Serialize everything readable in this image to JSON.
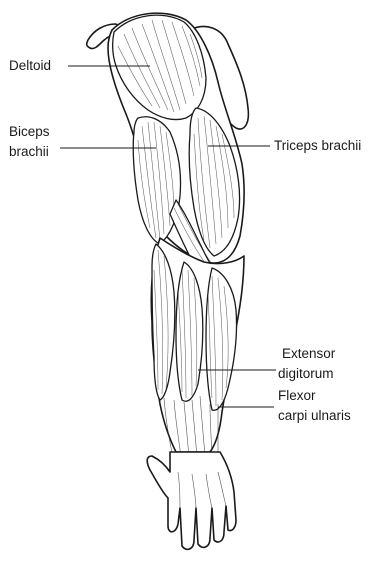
{
  "labels": {
    "deltoid": "Deltoid",
    "biceps_line1": "Biceps",
    "biceps_line2": "brachii",
    "triceps": "Triceps brachii",
    "extensor_line1": "Extensor",
    "extensor_line2": "digitorum",
    "flexor_line1": "Flexor",
    "flexor_line2": "carpi ulnaris"
  }
}
